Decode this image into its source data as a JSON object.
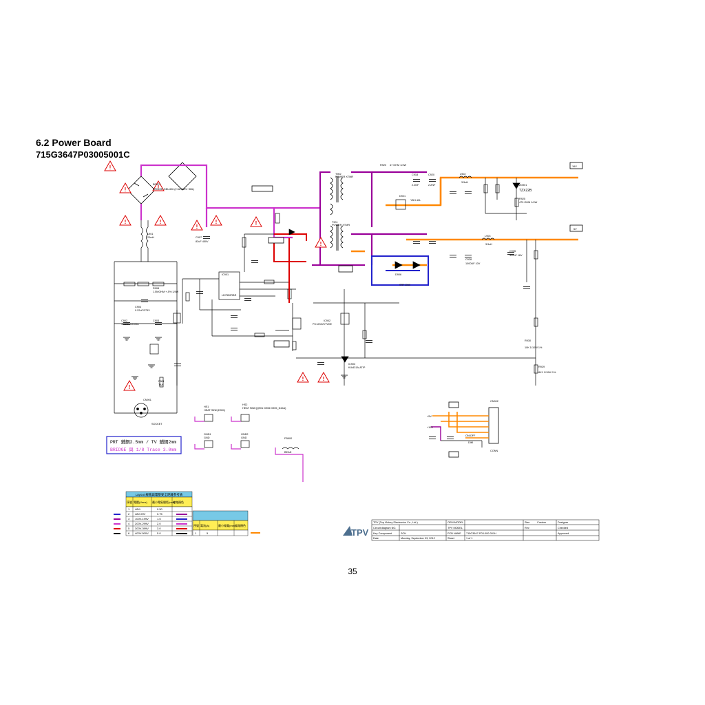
{
  "page": {
    "title": "6.2 Power Board",
    "board_code": "715G3647P03005001C",
    "page_number": "35"
  },
  "colors": {
    "high_voltage_trace": "#cc33cc",
    "output_trace": "#ff8800",
    "secondary_trace": "#990099",
    "feedback_trace": "#2222cc",
    "warning_triangle": "#dd0000"
  },
  "schematic": {
    "bridge_label": "BD901",
    "bridge_part": "BRIDGE GBU406 (2.5A 560V~5BL)",
    "input_components": [
      {
        "ref": "L901",
        "value": "20mH"
      },
      {
        "ref": "C907",
        "value": "82uF 450V"
      },
      {
        "ref": "R908",
        "value": "1.5MOHM +-5% 1/4W"
      },
      {
        "ref": "C904",
        "value": "0.22uF/275V"
      },
      {
        "ref": "C902",
        "value": "100PF 250VAC"
      },
      {
        "ref": "C903",
        "value": "100PF"
      },
      {
        "ref": "CN901",
        "value": "SOCKET"
      },
      {
        "ref": "F901",
        "value": "T4A"
      }
    ],
    "controller": {
      "ref": "IC901",
      "part": "LD7550RBR"
    },
    "transformers": [
      {
        "ref": "T902",
        "label": "POWER XTMR"
      },
      {
        "ref": "T901",
        "label": "POWER XTMR"
      }
    ],
    "outputs": [
      {
        "ref": "R920",
        "value": "47 OHM 1/4W"
      },
      {
        "ref": "C918",
        "value": "2.2NF"
      },
      {
        "ref": "C920",
        "value": "2.2NF"
      },
      {
        "ref": "D921",
        "value": "YBH-10L"
      },
      {
        "ref": "L902",
        "value": "3.5uH"
      },
      {
        "ref": "ZD901",
        "value": "TZX22B"
      },
      {
        "ref": "R925",
        "value": "470 OHM 1/4W"
      },
      {
        "ref": "L903",
        "value": "3.5uH"
      },
      {
        "ref": "C928",
        "value": "1000UF 10V"
      },
      {
        "ref": "D906",
        "value": "SRF1060"
      },
      {
        "ref": "C935",
        "value": "330uF 16V"
      },
      {
        "ref": "R930",
        "value": "10K 1/10W 1%"
      },
      {
        "ref": "R929",
        "value": "8K1 1/10W 1%"
      }
    ],
    "feedback": [
      {
        "ref": "IC902",
        "part": "PC123X2YFZ0E"
      },
      {
        "ref": "IC903",
        "part": "KIA431A-AT/P"
      }
    ],
    "rail_labels": [
      "16V",
      "5V"
    ],
    "connector": {
      "ref": "CN902",
      "label": "CONN"
    },
    "connector_signals": [
      "+5V",
      "+16V",
      "ON/OFF",
      "DIM"
    ],
    "heatsinks": [
      {
        "ref": "HS1",
        "value": "HEAT SINK(D901)"
      },
      {
        "ref": "HS2",
        "value": "HEAT SINK(Q901 D906 D905_D44A)"
      }
    ],
    "gnd_labels": [
      "GND1",
      "GND",
      "GND2",
      "GND"
    ],
    "bead": {
      "ref": "FB900",
      "value": "BEAD"
    },
    "note_line_1": "PRT 鋪銅2.5mm / TV 鋪銅2mm",
    "note_line_2": "BRIDGE 與 1/8 Trace 3.0mm"
  },
  "legend": {
    "table_1_title": "Layout 線寬與電壓安全距離參考表",
    "table_1_headers": [
      "序號",
      "電壓(Vrms)",
      "最小電氣間距(mm)",
      "線路顏色"
    ],
    "table_1_rows": [
      [
        "1",
        "48V↓",
        "0.50",
        ""
      ],
      [
        "2",
        "48V-99V",
        "0.75",
        ""
      ],
      [
        "3",
        "100V-199V",
        "1.5",
        ""
      ],
      [
        "4",
        "200V-299V",
        "2.0",
        ""
      ],
      [
        "5",
        "300V-399V",
        "3.0",
        ""
      ],
      [
        "6",
        "400V-500V",
        "5.0",
        ""
      ]
    ],
    "table_2_headers": [
      "序號",
      "電流(A)",
      "最小線寬(mm)",
      "線路顏色"
    ],
    "table_2_rows": [
      [
        "1",
        "5",
        "",
        ""
      ]
    ]
  },
  "title_block": {
    "company": "TPV (Top Victory Electronics Co., Ltd.)",
    "logo_text": "TPV",
    "rows": [
      [
        "Circuit diagram NO.",
        "OEM MODEL",
        "TPV MODEL",
        "PCB NAME"
      ],
      [
        "Key Component",
        "SCH"
      ],
      [
        "Date",
        "Monday, September 03, 2012",
        "Sheet",
        "1 of 1"
      ]
    ],
    "pcb_name": "715G3647-P03-000-001H",
    "fields": [
      "Size",
      "Custom",
      "Rev",
      "Designer",
      "Checked",
      "Approved"
    ]
  }
}
